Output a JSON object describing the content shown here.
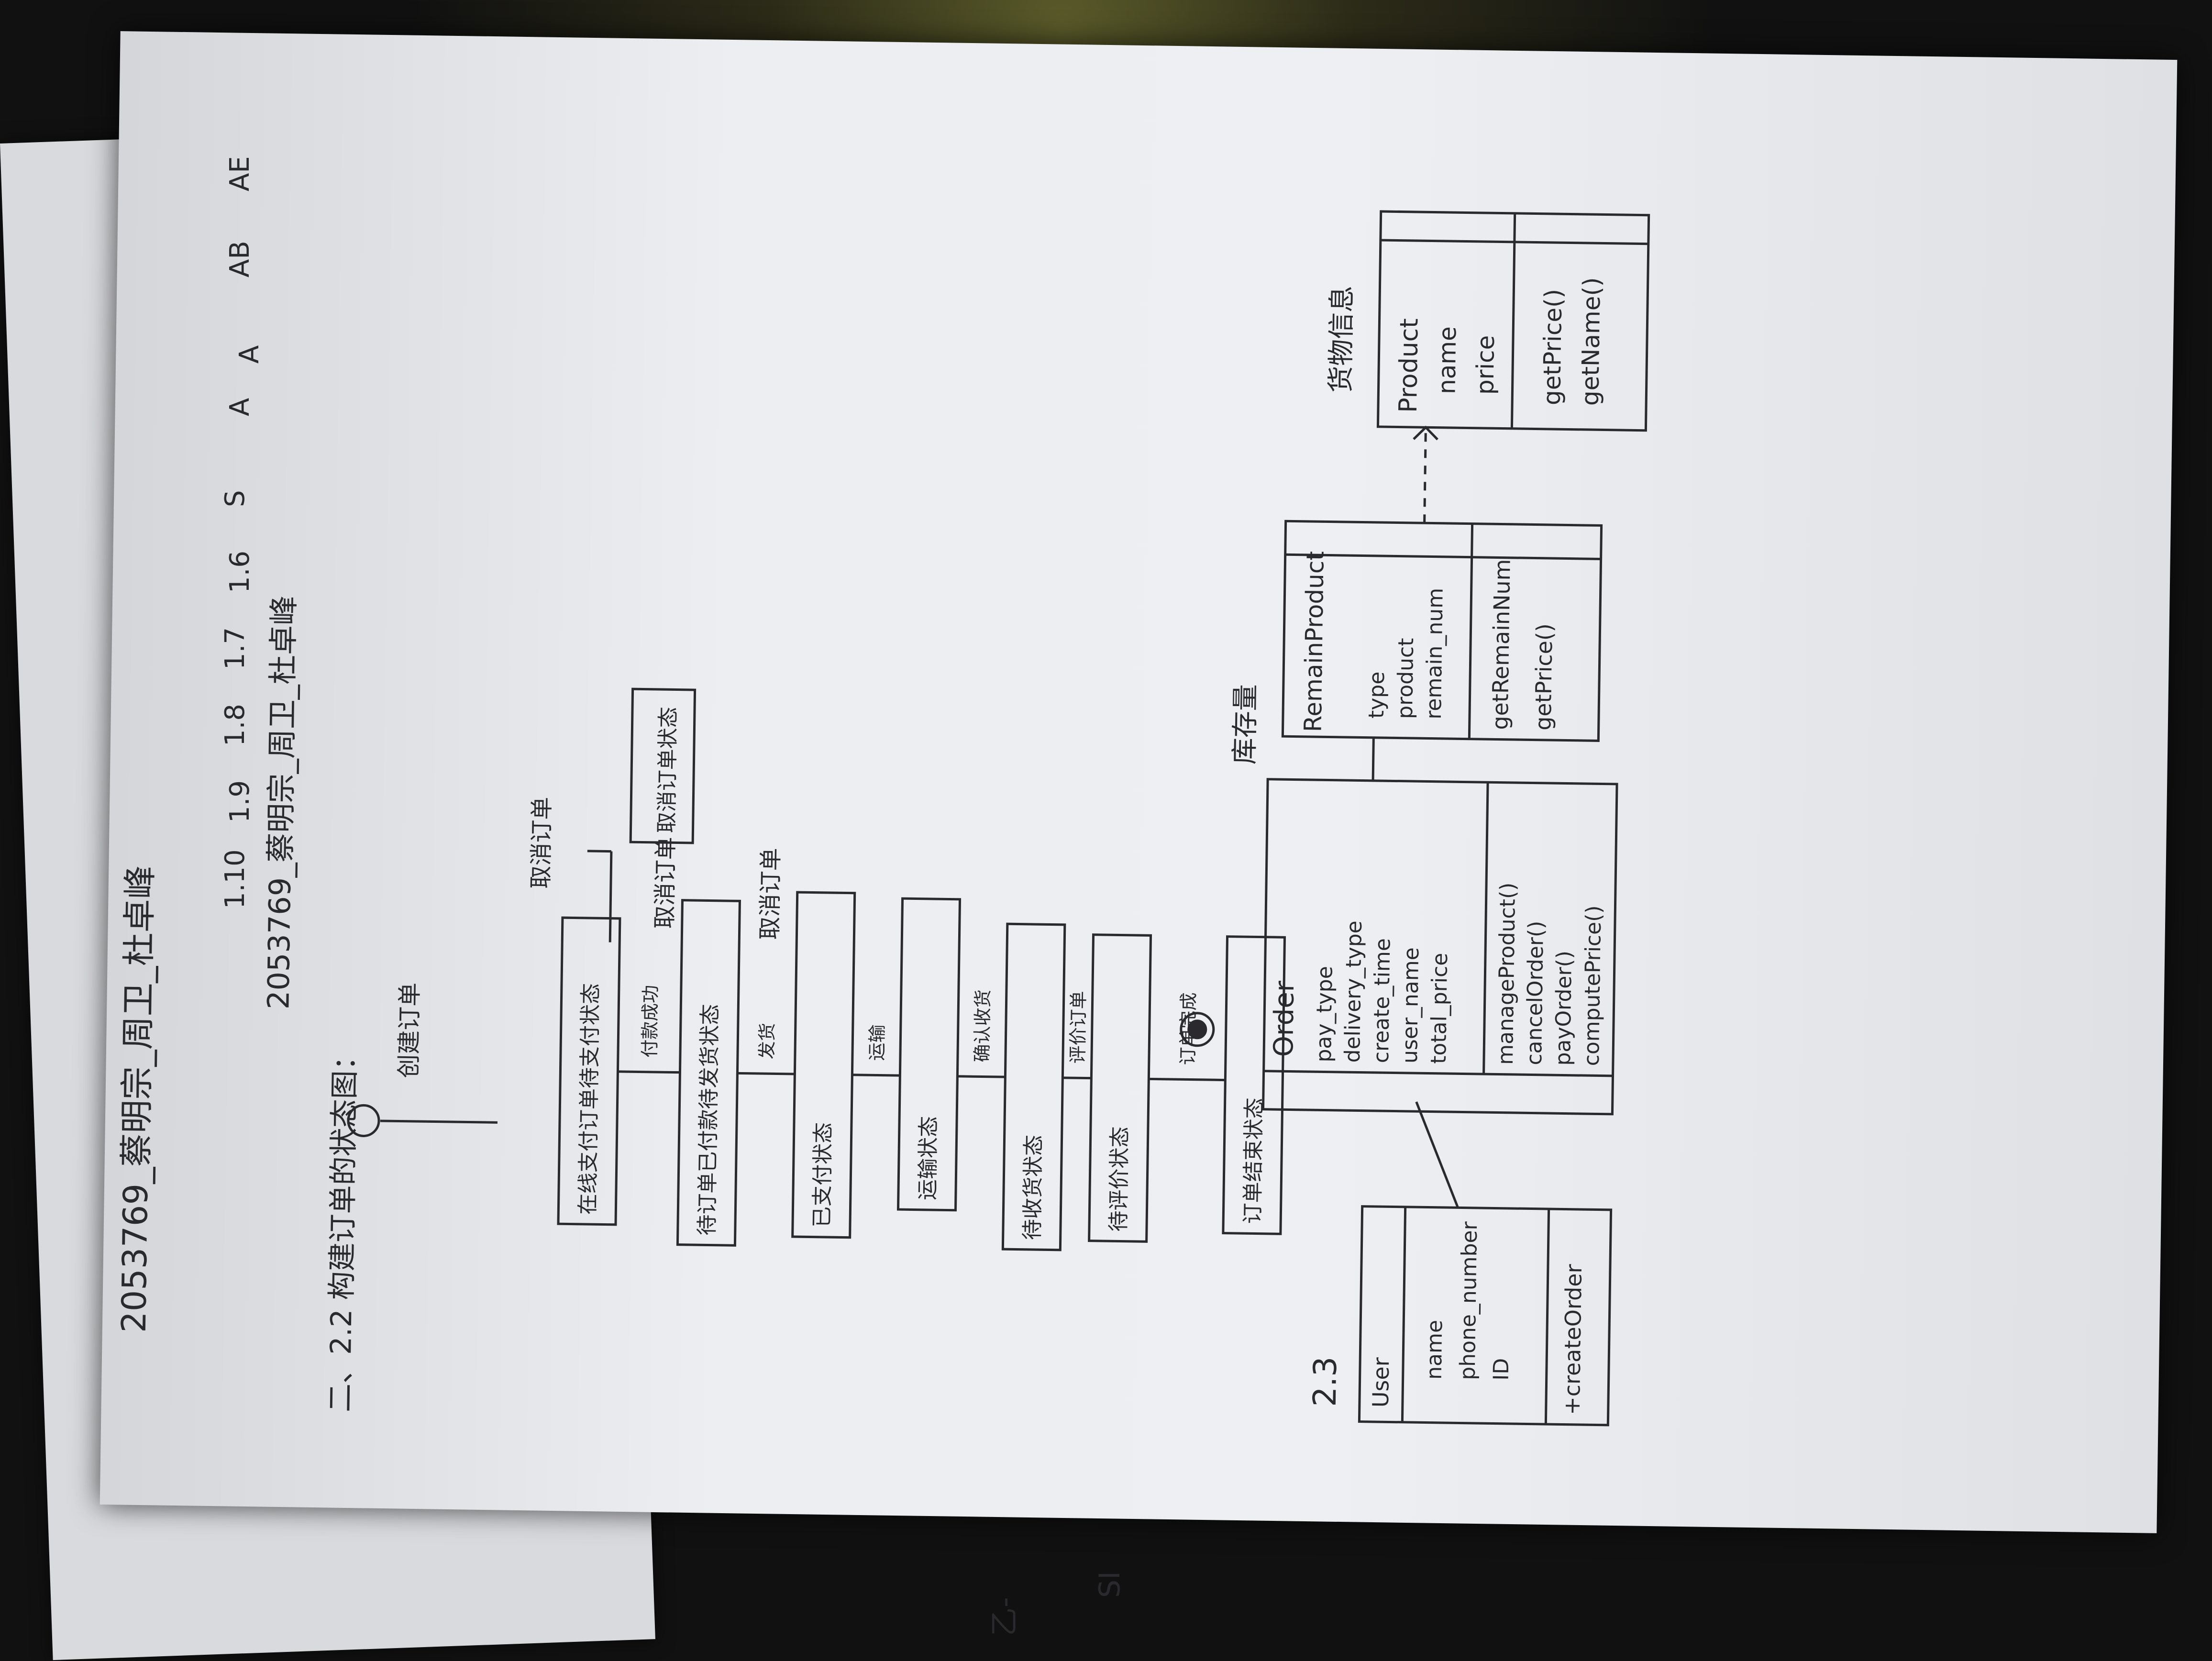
{
  "photo": {
    "header_line_1": "2053769_蔡明宗_周卫_杜卓峰",
    "header_line_2": "2053769_蔡明宗_周卫_杜卓峰",
    "question_label": "二、2.2 构建订单的状态图：",
    "q23_label": "2.3",
    "margin_numbers": [
      "AE",
      "AB",
      "A",
      "A",
      "S",
      "1.6",
      "1.7",
      "1.8",
      "1.9",
      "1.10"
    ],
    "margin_marks": [
      "乙-",
      "SI"
    ]
  },
  "state_diagram": {
    "start_label": "创建订单",
    "states": [
      "在线支付订单待支付状态",
      "待订单已付款待发货状态",
      "已支付状态",
      "运输状态",
      "待收货状态",
      "待评价状态",
      "订单结束状态"
    ],
    "transitions": [
      "付款成功",
      "发货",
      "运输",
      "确认收货",
      "评价订单",
      "订单完成"
    ],
    "cancel_labels": [
      "取消订单",
      "取消订单",
      "取消订单"
    ],
    "cancel_state": "取消订单状态"
  },
  "class_diagram": {
    "user": {
      "name": "User",
      "attributes": [
        "name",
        "phone_number",
        "ID"
      ],
      "methods": [
        "+createOrder"
      ]
    },
    "order": {
      "name": "Order",
      "attributes": [
        "pay_type",
        "delivery_type",
        "create_time",
        "user_name",
        "total_price"
      ],
      "methods": [
        "manageProduct()",
        "cancelOrder()",
        "payOrder()",
        "computePrice()"
      ]
    },
    "remain_product": {
      "annotation": "库存量",
      "name": "RemainProduct",
      "attributes": [
        "type",
        "product",
        "remain_num"
      ],
      "methods": [
        "getRemainNum",
        "getPrice()"
      ]
    },
    "product": {
      "annotation": "货物信息",
      "name": "Product",
      "attributes": [
        "name",
        "price"
      ],
      "methods": [
        "getPrice()",
        "getName()"
      ]
    }
  }
}
